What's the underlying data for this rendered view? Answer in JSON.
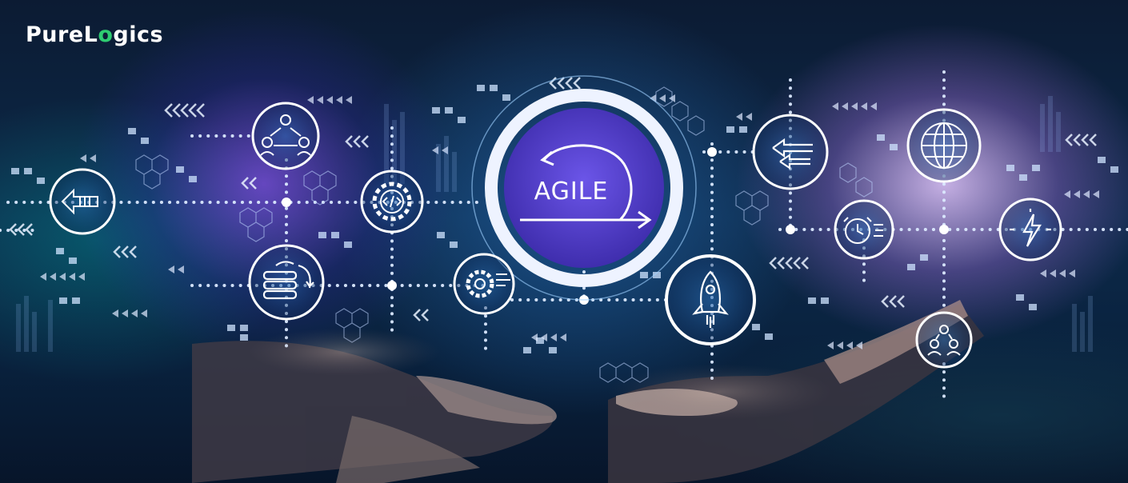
{
  "brand": {
    "logo_part1": "PureL",
    "logo_part2": "o",
    "logo_part3": "gics"
  },
  "center": {
    "label": "AGILE"
  },
  "colors": {
    "accent_purple": "#5a3fd8",
    "ring": "#e9eefc",
    "node_glow": "#9fd8ff",
    "logo_green": "#2ecc71"
  },
  "icons": [
    "chevron-arrows-icon",
    "team-network-icon",
    "code-gear-icon",
    "back-arrow-icon",
    "stack-layers-icon",
    "settings-gear-icon",
    "rocket-icon",
    "arrows-left-icon",
    "alarm-clock-icon",
    "globe-icon",
    "lightning-icon",
    "team-users-icon"
  ]
}
